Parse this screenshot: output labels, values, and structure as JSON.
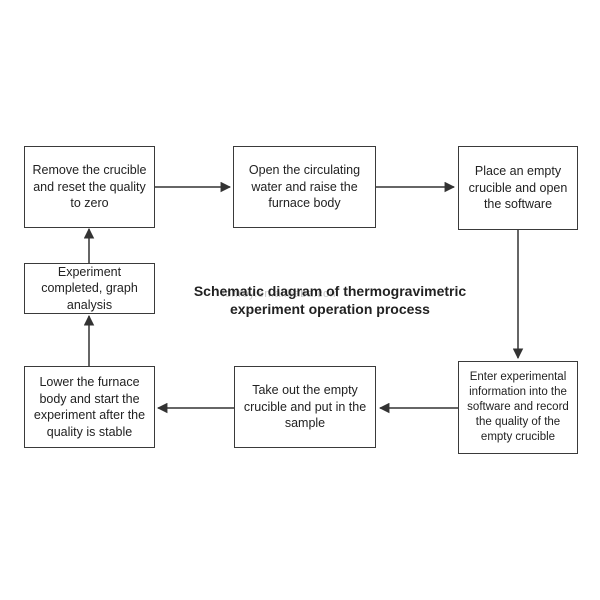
{
  "diagram": {
    "title_line1": "Schematic diagram of thermogravimetric",
    "title_line2": "experiment operation process",
    "watermark": "lonroy.en.alibaba.com",
    "steps": {
      "remove": "Remove the crucible and reset the quality to zero",
      "open_water": "Open the circulating water and raise the furnace body",
      "place": "Place an empty crucible and open the software",
      "enter": "Enter experimental information into the software and record the quality of the empty crucible",
      "take_out": "Take out the empty crucible and put in the sample",
      "lower": "Lower the furnace body and start the experiment after the quality is stable",
      "completed": "Experiment completed, graph analysis"
    }
  }
}
